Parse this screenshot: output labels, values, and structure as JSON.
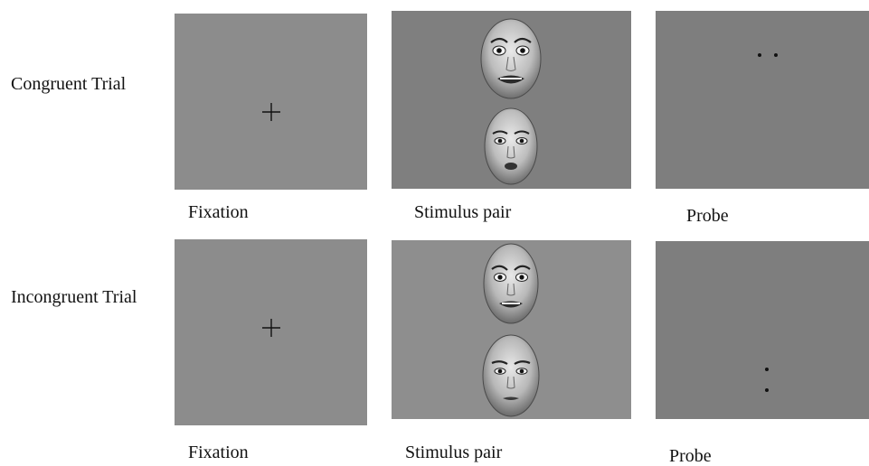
{
  "rows": [
    {
      "label": "Congruent Trial",
      "captions": {
        "fixation": "Fixation",
        "stimulus": "Stimulus pair",
        "probe": "Probe"
      }
    },
    {
      "label": "Incongruent Trial",
      "captions": {
        "fixation": "Fixation",
        "stimulus": "Stimulus pair",
        "probe": "Probe"
      }
    }
  ],
  "colors": {
    "fixation_bg": "#8c8c8c",
    "stimulus_bg_row1": "#7f7f7f",
    "stimulus_bg_row2": "#8e8e8e",
    "probe_bg": "#7e7e7e",
    "cross": "#111111",
    "probe_dot": "#111111"
  },
  "faces": {
    "row1_top": "fearful",
    "row1_bottom": "fearful",
    "row2_top": "fearful",
    "row2_bottom": "neutral"
  },
  "probe_orientation": {
    "row1": "horizontal",
    "row2": "vertical"
  }
}
